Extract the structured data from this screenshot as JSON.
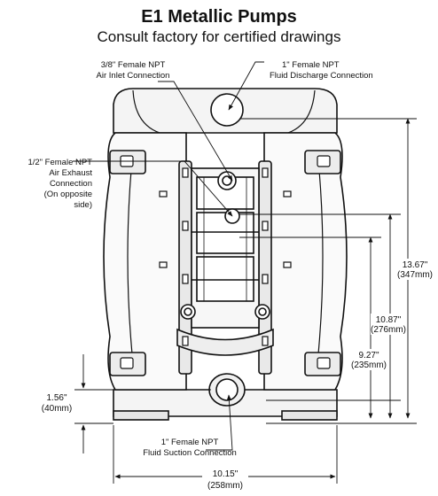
{
  "header": {
    "title": "E1 Metallic Pumps",
    "subtitle": "Consult factory for certified drawings"
  },
  "callouts": {
    "air_inlet": [
      "3/8\" Female NPT",
      "Air Inlet Connection"
    ],
    "fluid_discharge": [
      "1\" Female NPT",
      "Fluid Discharge Connection"
    ],
    "air_exhaust": [
      "1/2\" Female NPT",
      "Air Exhaust",
      "Connection",
      "(On opposite",
      "side)"
    ],
    "fluid_suction": [
      "1\" Female NPT",
      "Fluid Suction Connection"
    ]
  },
  "dimensions": {
    "overall_height": [
      "13.67\"",
      "(347mm)"
    ],
    "exhaust_height": [
      "10.87\"",
      "(276mm)"
    ],
    "inlet_height": [
      "9.27\"",
      "(235mm)"
    ],
    "suction_height": [
      "1.56\"",
      "(40mm)"
    ],
    "overall_width": [
      "10.15\"",
      "(258mm)"
    ]
  }
}
